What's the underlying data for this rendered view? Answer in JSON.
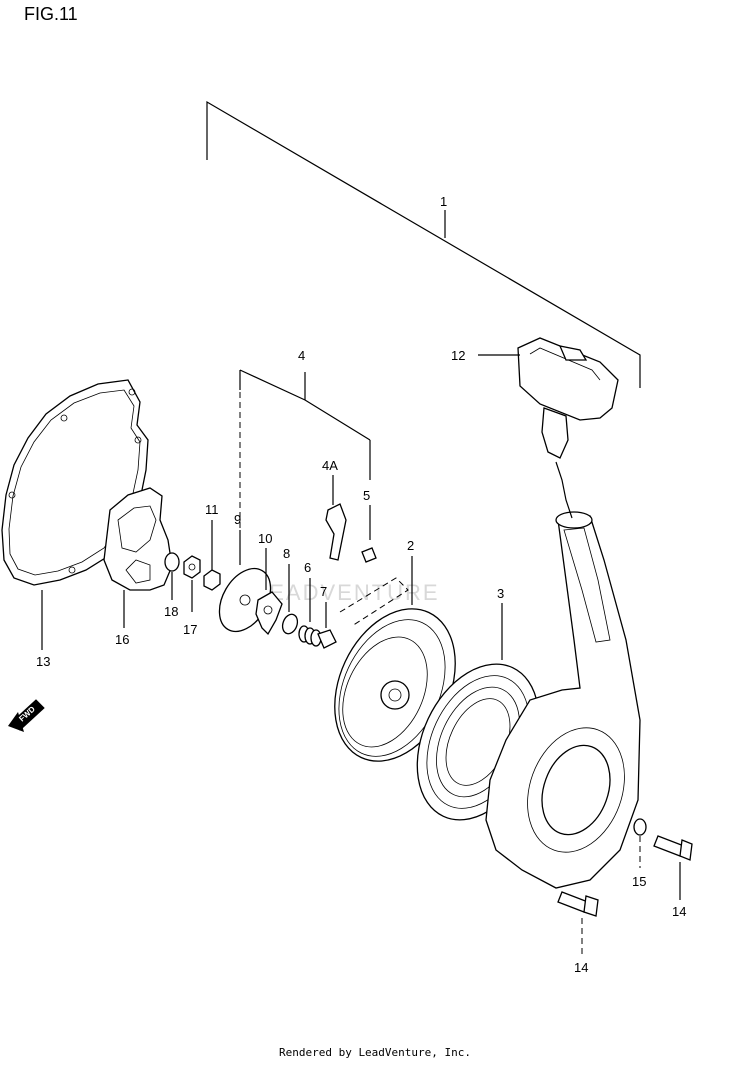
{
  "figure": {
    "title": "FIG.11",
    "footer": "Rendered by LeadVenture, Inc.",
    "watermark": "LEADVENTURE",
    "fwd_label": "FWD"
  },
  "callouts": {
    "p1": "1",
    "p2": "2",
    "p3": "3",
    "p4": "4",
    "p4a": "4A",
    "p5": "5",
    "p6": "6",
    "p7": "7",
    "p8": "8",
    "p9": "9",
    "p10": "10",
    "p11": "11",
    "p12": "12",
    "p13": "13",
    "p14a": "14",
    "p14b": "14",
    "p15": "15",
    "p16": "16",
    "p17": "17",
    "p18": "18"
  }
}
